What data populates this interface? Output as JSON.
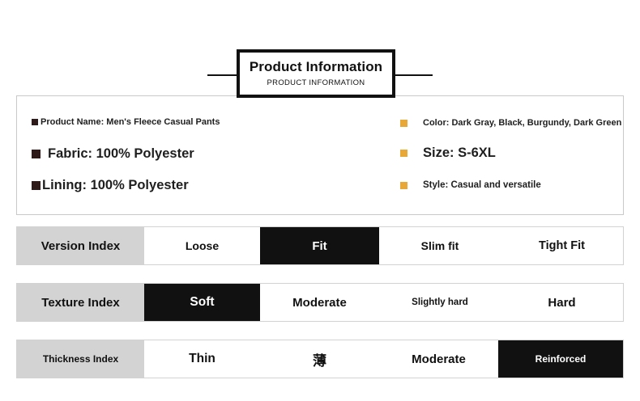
{
  "header": {
    "title_main": "Product Information",
    "title_sub": "PRODUCT INFORMATION"
  },
  "colors": {
    "dark_bullet": "#2f1a1a",
    "gold_bullet": "#e8a838",
    "highlight_bg": "#111111",
    "label_bg": "#d3d3d3",
    "panel_border": "#c9c9c9"
  },
  "info_panel": {
    "left_column": [
      {
        "bullet": "dark-square-bullet",
        "text": "Product Name: Men's Fleece Casual Pants"
      },
      {
        "bullet": "dark-square-bullet",
        "text": "Fabric: 100% Polyester"
      },
      {
        "bullet": "dark-square-bullet",
        "text": "Lining: 100% Polyester"
      }
    ],
    "right_column": [
      {
        "bullet": "gold-square-bullet",
        "text": "Color: Dark Gray, Black, Burgundy, Dark Green"
      },
      {
        "bullet": "gold-square-bullet",
        "text": "Size: S-6XL"
      },
      {
        "bullet": "gold-square-bullet",
        "text": "Style: Casual and versatile"
      }
    ]
  },
  "index_rows": [
    {
      "label": "Version Index",
      "options": [
        {
          "text": "Loose",
          "selected": false
        },
        {
          "text": "Fit",
          "selected": true
        },
        {
          "text": "Slim fit",
          "selected": false
        },
        {
          "text": "Tight Fit",
          "selected": false
        }
      ]
    },
    {
      "label": "Texture Index",
      "options": [
        {
          "text": "Soft",
          "selected": true
        },
        {
          "text": "Moderate",
          "selected": false
        },
        {
          "text": "Slightly hard",
          "selected": false
        },
        {
          "text": "Hard",
          "selected": false
        }
      ]
    },
    {
      "label": "Thickness Index",
      "options": [
        {
          "text": "Thin",
          "selected": false
        },
        {
          "text": "薄",
          "selected": false
        },
        {
          "text": "Moderate",
          "selected": false
        },
        {
          "text": "Reinforced",
          "selected": true
        }
      ]
    }
  ]
}
